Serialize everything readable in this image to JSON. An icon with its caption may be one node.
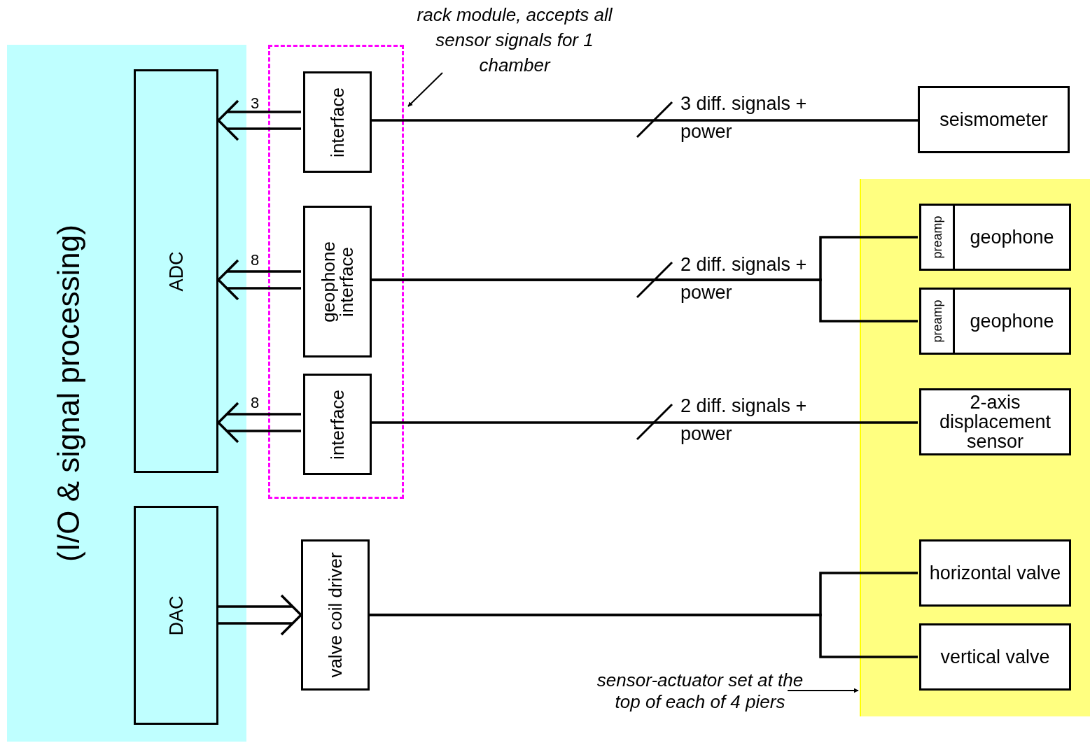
{
  "diagram": {
    "nodes": [
      {
        "text": [
          "(I/O & signal processing)"
        ]
      },
      {
        "text": [
          "ADC"
        ],
        "in": 0
      },
      {
        "text": [
          "DAC"
        ],
        "in": 0
      },
      {
        "text": [],
        "shape": "box"
      },
      {
        "text": [
          "interface"
        ],
        "in": 3
      },
      {
        "text": [
          "geophone interface"
        ],
        "in": 3
      },
      {
        "text": [
          "interface"
        ],
        "in": 3
      },
      {
        "text": [
          "valve coil driver"
        ]
      },
      {
        "text": [
          "rack module, accepts all sensor signals for 1 chamber"
        ]
      },
      {
        "text": [
          "seismometer"
        ]
      },
      {
        "text": [],
        "shape": "box"
      },
      {
        "text": [
          "preamp",
          "geophone"
        ],
        "in": 10
      },
      {
        "text": [
          "preamp",
          "geophone"
        ],
        "in": 10
      },
      {
        "text": [
          "2-axis displacement sensor"
        ],
        "in": 10
      },
      {
        "text": [
          "horizontal valve"
        ],
        "in": 10
      },
      {
        "text": [
          "vertical valve"
        ],
        "in": 10
      },
      {
        "text": [
          "sensor-actuator set at the top of each of 4 piers"
        ]
      }
    ],
    "edges": [
      {
        "from": 4,
        "to": 1,
        "arrow": "to",
        "label": "3"
      },
      {
        "from": 5,
        "to": 1,
        "arrow": "to",
        "label": "8"
      },
      {
        "from": 6,
        "to": 1,
        "arrow": "to",
        "label": "8"
      },
      {
        "from": 2,
        "to": 7,
        "arrow": "to"
      },
      {
        "from": 4,
        "to": 9,
        "arrow": "none",
        "label": "3 diff. signals + power"
      },
      {
        "from": 5,
        "to": 11,
        "arrow": "none",
        "label": "2 diff. signals + power"
      },
      {
        "from": 5,
        "to": 12,
        "arrow": "none"
      },
      {
        "from": 6,
        "to": 13,
        "arrow": "none",
        "label": "2 diff. signals + power"
      },
      {
        "from": 7,
        "to": 14,
        "arrow": "none"
      },
      {
        "from": 7,
        "to": 15,
        "arrow": "none"
      },
      {
        "from": 8,
        "to": 3,
        "arrow": "to"
      },
      {
        "from": 16,
        "to": 10,
        "arrow": "to"
      }
    ]
  }
}
